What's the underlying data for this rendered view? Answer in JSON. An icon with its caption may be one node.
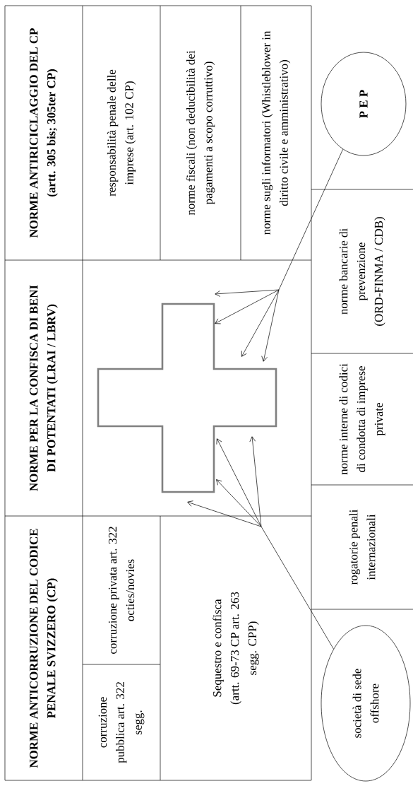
{
  "diagram": {
    "nodes": [
      {
        "text": [
          "NORME ANTIRICICLAGGIO DEL CP (artt. 305 bis; 305ter CP)"
        ]
      },
      {
        "text": [
          "responsabilità penale delle imprese (art. 102 CP)"
        ]
      },
      {
        "text": [
          "norme fiscali (non deducibilità dei pagamenti a scopo corruttivo)"
        ]
      },
      {
        "text": [
          "norme sugli informatori (Whistleblower in diritto civile e amministrativo)"
        ]
      },
      {
        "text": [
          "P E P"
        ]
      },
      {
        "text": [
          "NORME PER LA CONFISCA DI BENI DI POTENTATI (LRAI / LBRV)"
        ]
      },
      {
        "text": [],
        "shape": "cross"
      },
      {
        "text": [
          "norme bancarie di prevenzione (ORD-FINMA / CDB)"
        ]
      },
      {
        "text": [
          "norme interne di codici di condotta di imprese private"
        ]
      },
      {
        "text": [
          "NORME ANTICORRUZIONE DEL CODICE PENALE SVIZZERO (CP)"
        ]
      },
      {
        "text": [
          "corruzione privata art. 322 octies/novies"
        ]
      },
      {
        "text": [
          "corruzione pubblica art. 322 segg."
        ]
      },
      {
        "text": [
          "Sequestro e confisca (artt. 69-73 CP art. 263 segg. CPP)"
        ]
      },
      {
        "text": [
          "rogatorie penali internazionali"
        ]
      },
      {
        "text": [
          "società di sede offshore"
        ]
      }
    ],
    "edges": [
      {
        "from": 4,
        "to": 6,
        "arrow": "to"
      },
      {
        "from": 14,
        "to": 6,
        "arrow": "to"
      }
    ]
  }
}
